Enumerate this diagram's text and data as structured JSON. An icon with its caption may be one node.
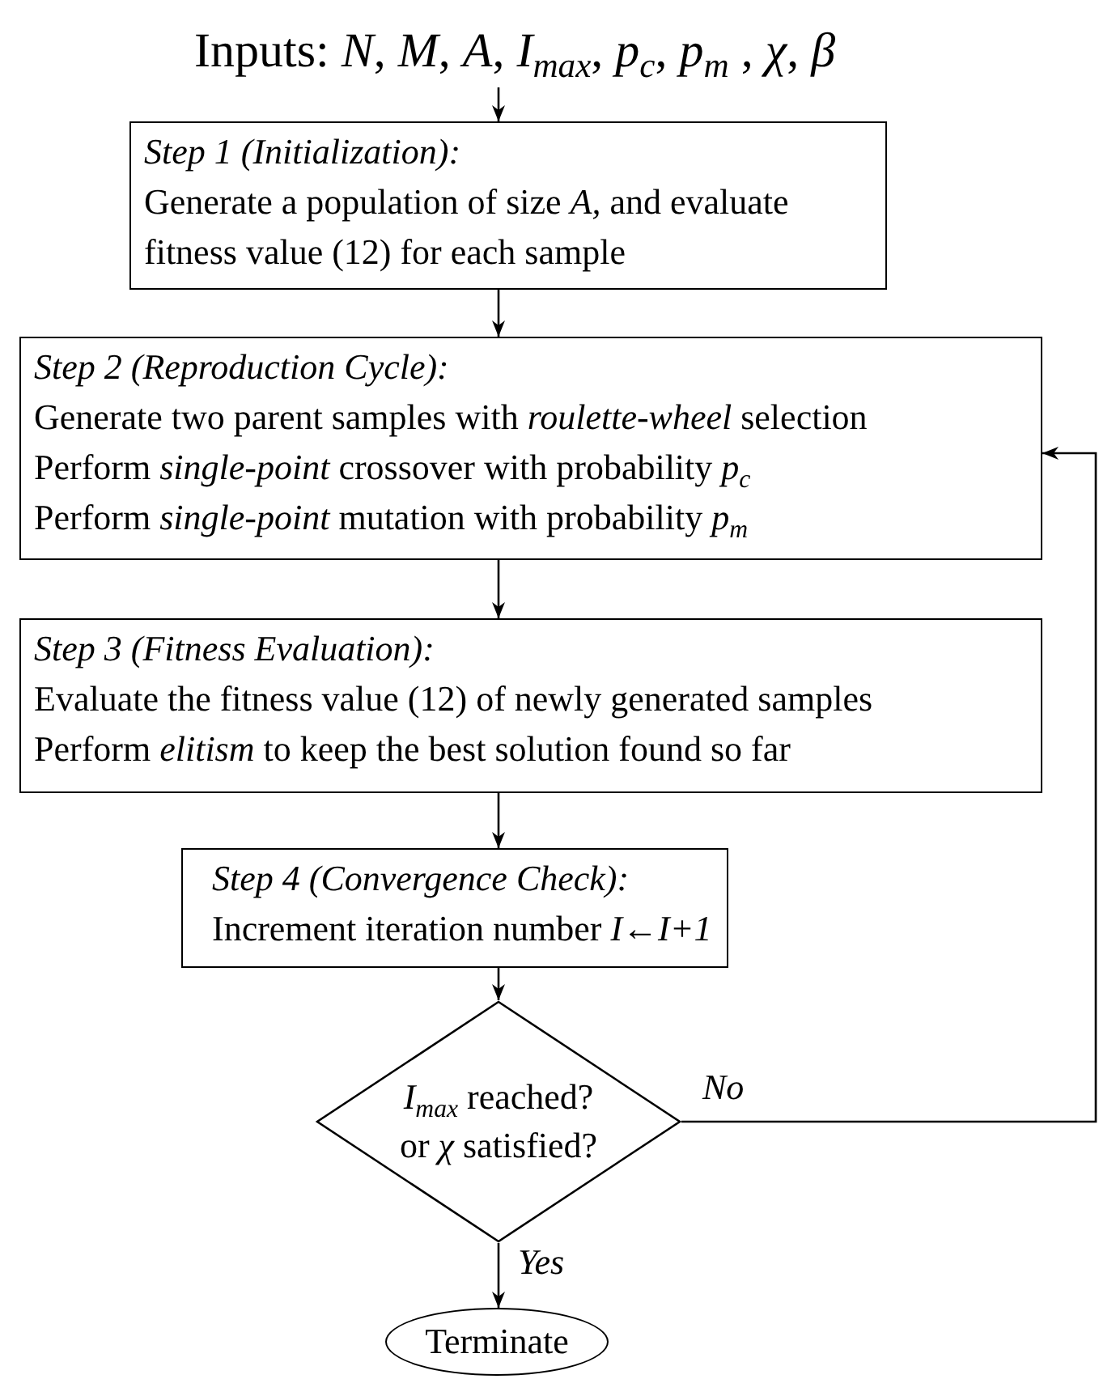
{
  "diagram": {
    "nodes": [
      {
        "text": [
          "Inputs: *N*, *M*, *A*, *I*$_{max}$, *p*$_{c}$, *p*$_{m}$ , *χ*, *β*"
        ]
      },
      {
        "text": [
          "Step 1 (Initialization):",
          "Generate a population of size *A,* and evaluate fitness value (12) for each sample"
        ]
      },
      {
        "text": [
          "Step 2 (Reproduction Cycle):",
          "Generate two parent samples with *roulette-wheel* selection",
          "Perform *single-point* crossover with probability *p*$_{c}$",
          "Perform *single-point* mutation with probability *p*$_{m}$"
        ]
      },
      {
        "text": [
          "Step 3 (Fitness Evaluation):",
          "Evaluate the fitness value (12) of newly generated samples",
          "Perform *elitism* to keep the best solution found so far"
        ]
      },
      {
        "text": [
          "Step 4 (Convergence Check):",
          "Increment iteration number *I*←*I+1*"
        ]
      },
      {
        "text": [
          "*I*$_{max}$ reached? or *χ* satisfied?"
        ]
      },
      {
        "text": [
          "Terminate"
        ]
      }
    ],
    "edges": [
      {
        "from": 0,
        "to": 1,
        "arrow": "to"
      },
      {
        "from": 1,
        "to": 2,
        "arrow": "to"
      },
      {
        "from": 2,
        "to": 3,
        "arrow": "to"
      },
      {
        "from": 3,
        "to": 4,
        "arrow": "to"
      },
      {
        "from": 4,
        "to": 5,
        "arrow": "to"
      },
      {
        "from": 5,
        "to": 6,
        "arrow": "to",
        "label": "Yes"
      },
      {
        "from": 5,
        "to": 2,
        "arrow": "to",
        "label": "No"
      }
    ]
  }
}
